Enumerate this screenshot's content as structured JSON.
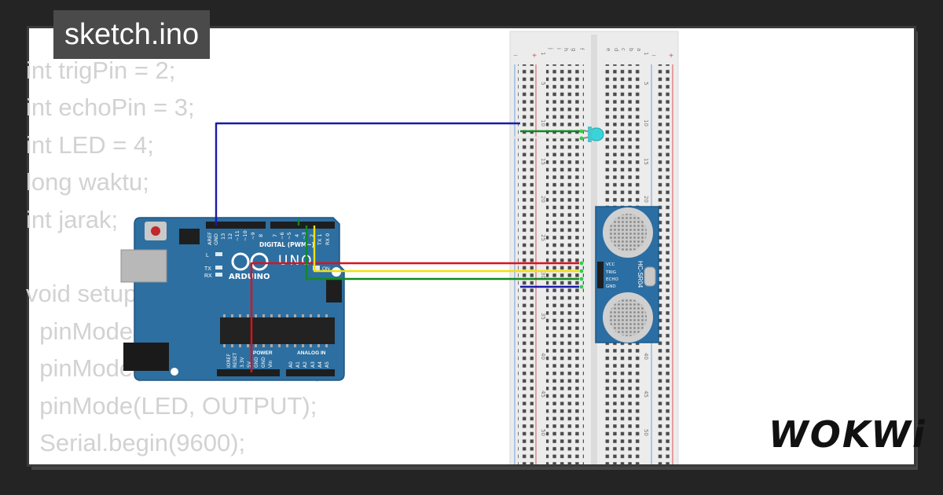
{
  "title": "sketch.ino",
  "code_lines": [
    "int trigPin = 2;",
    "int echoPin = 3;",
    "int LED = 4;",
    "long waktu;",
    "int jarak;",
    "",
    "void setup() {",
    "  pinMode(trigPin, OUTPUT);",
    "  pinMode(echoPin, INPUT);",
    "  pinMode(LED, OUTPUT);",
    "  Serial.begin(9600);"
  ],
  "brand": "WOKWi",
  "arduino": {
    "header_digital": "DIGITAL (PWM~)",
    "logo": "ARDUINO",
    "model": "UNO",
    "on_label": "ON",
    "power_label": "POWER",
    "analog_label": "ANALOG IN",
    "pin_aref": "AREF",
    "pin_gnd": "GND",
    "pin_13": "13",
    "pin_12": "12",
    "pin_11": "~11",
    "pin_10": "~10",
    "pin_9": "~9",
    "pin_8": "8",
    "pin_7": "7",
    "pin_6": "~6",
    "pin_5": "~5",
    "pin_4": "4",
    "pin_3": "~3",
    "pin_2": "2",
    "pin_1": "TX 1",
    "pin_0": "RX 0",
    "led_l": "L",
    "led_tx": "TX",
    "led_rx": "RX",
    "pin_ioref": "IOREF",
    "pin_reset": "RESET",
    "pin_33v": "3.3V",
    "pin_5v": "5V",
    "pin_gnd2": "GND",
    "pin_gnd3": "GND",
    "pin_vin": "Vin",
    "pin_a0": "A0",
    "pin_a1": "A1",
    "pin_a2": "A2",
    "pin_a3": "A3",
    "pin_a4": "A4",
    "pin_a5": "A5"
  },
  "breadboard": {
    "row_numbers": [
      "1",
      "5",
      "10",
      "15",
      "20",
      "25",
      "30",
      "35",
      "40",
      "45",
      "50"
    ],
    "col_letters_left": [
      "j",
      "i",
      "h",
      "g",
      "f"
    ],
    "col_letters_right": [
      "e",
      "d",
      "c",
      "b",
      "a"
    ],
    "rail_minus": "−",
    "rail_plus": "+"
  },
  "sensor": {
    "model": "HC-SR04",
    "pin_vcc": "VCC",
    "pin_trig": "TRIG",
    "pin_echo": "ECHO",
    "pin_gnd": "GND"
  },
  "colors": {
    "wire_blue": "#1a1aa8",
    "wire_red": "#e0101a",
    "wire_yellow": "#f0e010",
    "wire_green": "#108a20",
    "board_blue": "#2d6fa0",
    "led_cyan": "#3ad3d8"
  }
}
